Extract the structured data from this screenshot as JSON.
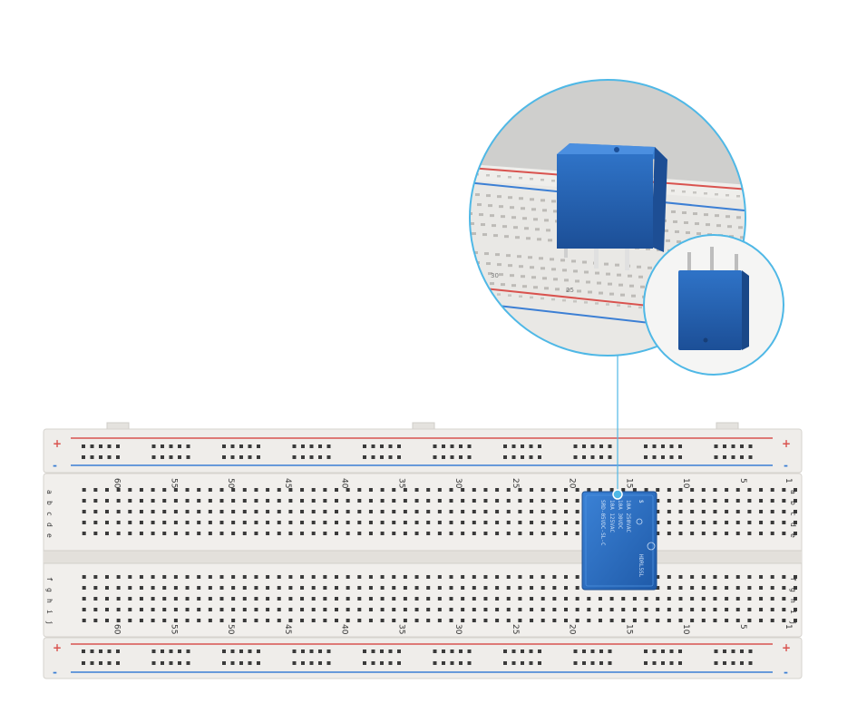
{
  "breadboard": {
    "column_numbers": [
      "60",
      "55",
      "50",
      "45",
      "40",
      "35",
      "30",
      "25",
      "20",
      "15",
      "10",
      "5",
      "1"
    ],
    "rows_top": [
      "a",
      "b",
      "c",
      "d",
      "e"
    ],
    "rows_bottom": [
      "f",
      "g",
      "h",
      "i",
      "j"
    ],
    "plus_sign": "+",
    "minus_sign": "-"
  },
  "relay": {
    "brand_mark": "S",
    "text_lines": [
      "10A 250VAC",
      "10A 30VDC",
      "10A 125VAC",
      "SRD-05VDC-SL-C"
    ],
    "side_code": "HDRL5SL"
  },
  "zoom_view": {
    "visible_numbers": [
      "30",
      "25"
    ]
  },
  "colors": {
    "board": "#eeece8",
    "rail_red": "#d9534f",
    "rail_blue": "#3c7fd4",
    "relay_blue": "#2a6fc4",
    "callout_line": "#4fb8e6"
  }
}
